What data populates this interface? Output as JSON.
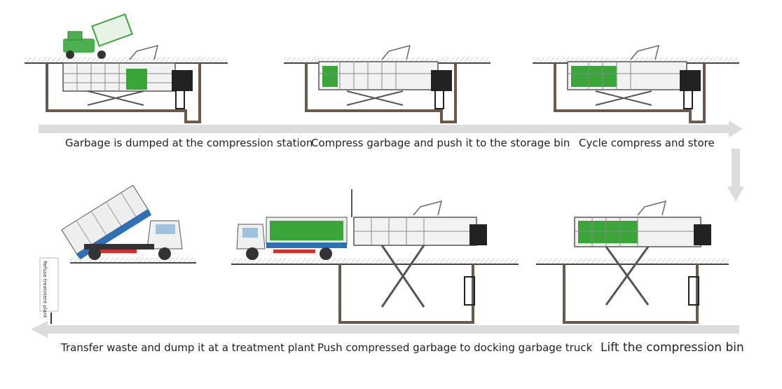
{
  "steps": [
    {
      "caption": "Garbage is dumped at the compression station"
    },
    {
      "caption": "Compress garbage and push it to the storage bin"
    },
    {
      "caption": "Cycle compress and store"
    },
    {
      "caption": "Lift the compression bin"
    },
    {
      "caption": "Push compressed garbage to docking garbage truck"
    },
    {
      "caption": "Transfer waste and dump it at a treatment plant"
    }
  ],
  "treatment_plant_label": "Refuse treatment plant",
  "colors": {
    "flow_arrow": "#dcdcdc",
    "pit_outline": "#6b5a4a",
    "garbage": "#3aa63a",
    "truck_blue": "#2f6fb5",
    "frame": "#555555"
  }
}
